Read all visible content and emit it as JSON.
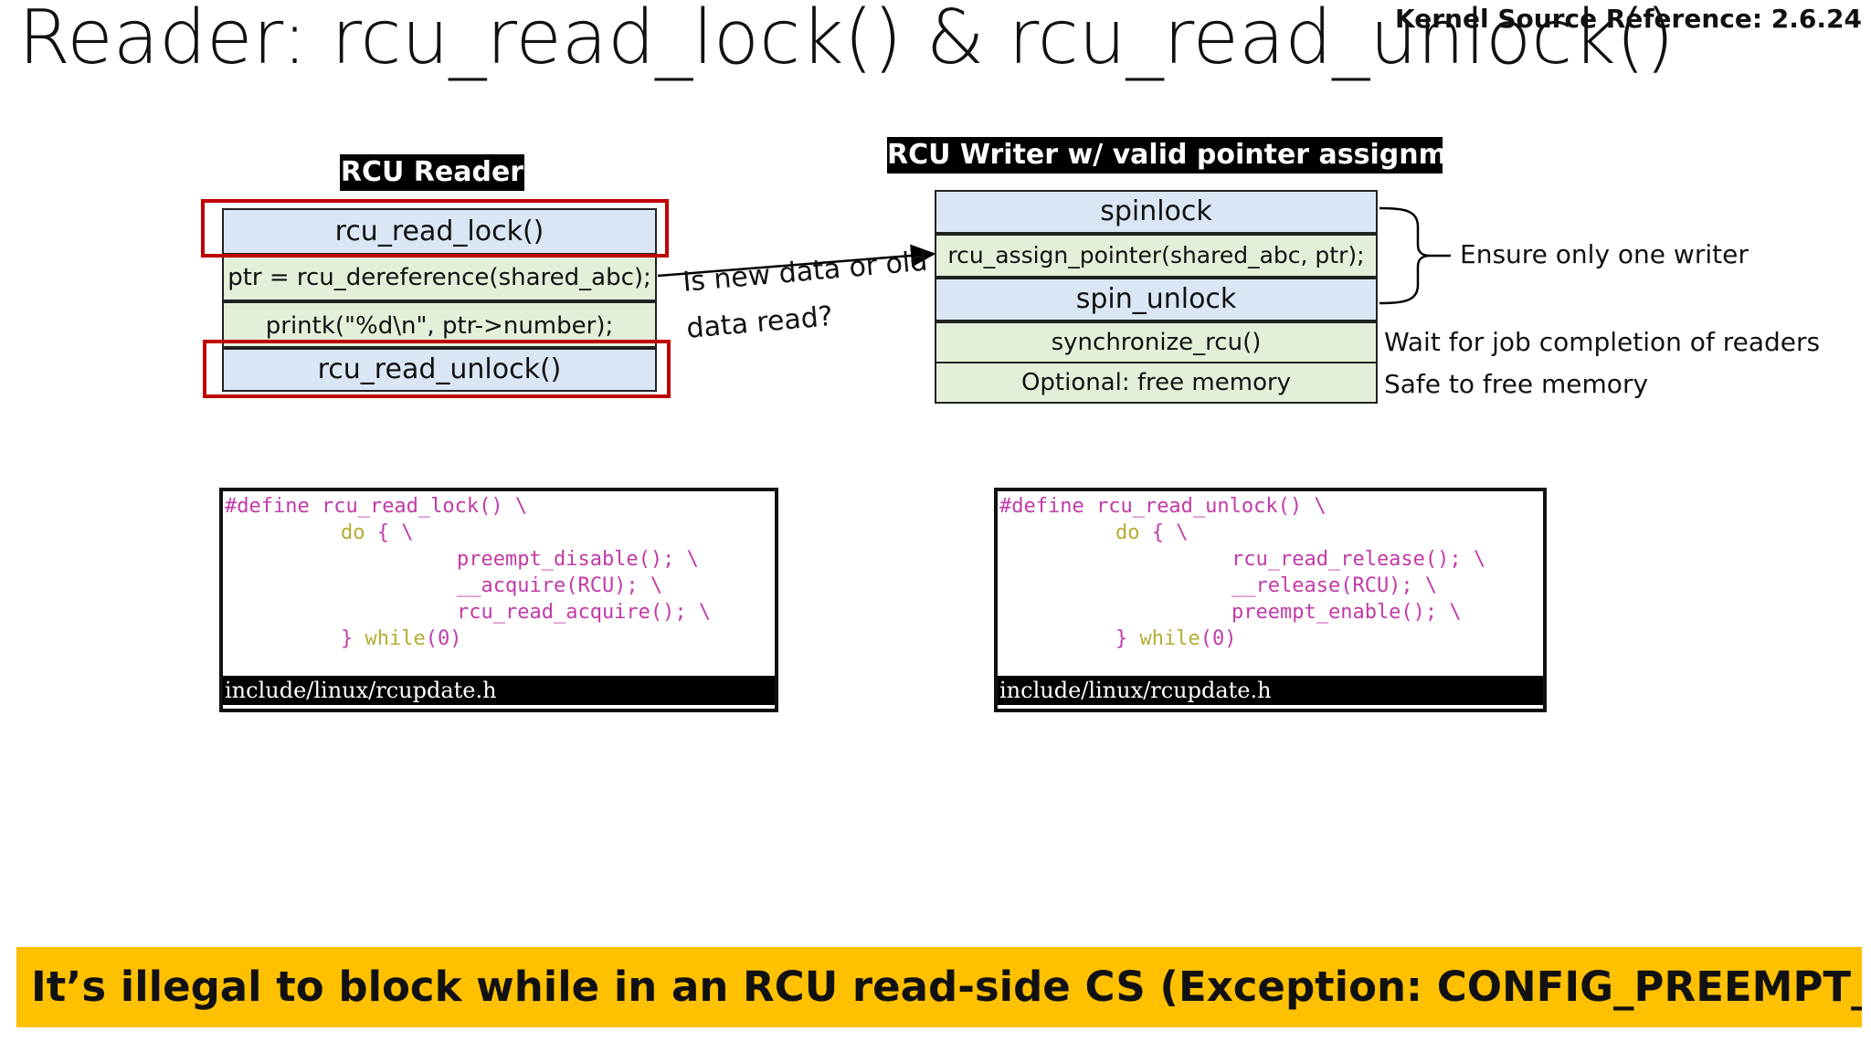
{
  "slide": {
    "title": "Reader: rcu_read_lock() & rcu_read_unlock()",
    "kernel_ref": "Kernel Source Reference: 2.6.24",
    "banner": "It’s illegal to block while in an RCU read-side CS (Exception: CONFIG_PREEMPT_RCU=y)"
  },
  "reader": {
    "header": "RCU Reader",
    "rows": [
      "rcu_read_lock()",
      "ptr = rcu_dereference(shared_abc);",
      "printk(\"%d\\n\", ptr->number);",
      "rcu_read_unlock()"
    ]
  },
  "question": {
    "line1": "Is new data or old",
    "line2": "data  read?"
  },
  "writer": {
    "header": "RCU Writer w/ valid pointer assignment",
    "rows": [
      "spinlock",
      "rcu_assign_pointer(shared_abc, ptr);",
      "spin_unlock",
      "synchronize_rcu()",
      "Optional: free memory"
    ],
    "notes": {
      "brace": "Ensure only one writer",
      "sync": "Wait for job completion of readers",
      "free": "Safe to free memory"
    }
  },
  "code_left": {
    "l1a": "#define",
    "l1b": " rcu_read_lock() \\",
    "l2a": "do",
    "l2b": " { \\",
    "l3": "preempt_disable(); \\",
    "l4": "__acquire(RCU); \\",
    "l5": "rcu_read_acquire(); \\",
    "l6a": "} ",
    "l6b": "while",
    "l6c": "(0)",
    "path": "include/linux/rcupdate.h"
  },
  "code_right": {
    "l1a": "#define",
    "l1b": " rcu_read_unlock() \\",
    "l2a": "do",
    "l2b": " { \\",
    "l3": "rcu_read_release(); \\",
    "l4": "__release(RCU); \\",
    "l5": "preempt_enable(); \\",
    "l6a": "} ",
    "l6b": "while",
    "l6c": "(0)",
    "path": "include/linux/rcupdate.h"
  },
  "colors": {
    "row_blue": "#dae6f4",
    "row_green": "#e4efda",
    "highlight_red": "#c00000",
    "code_keyword": "#c23aa8",
    "code_yellow": "#b5ad32",
    "banner": "#ffc000"
  }
}
